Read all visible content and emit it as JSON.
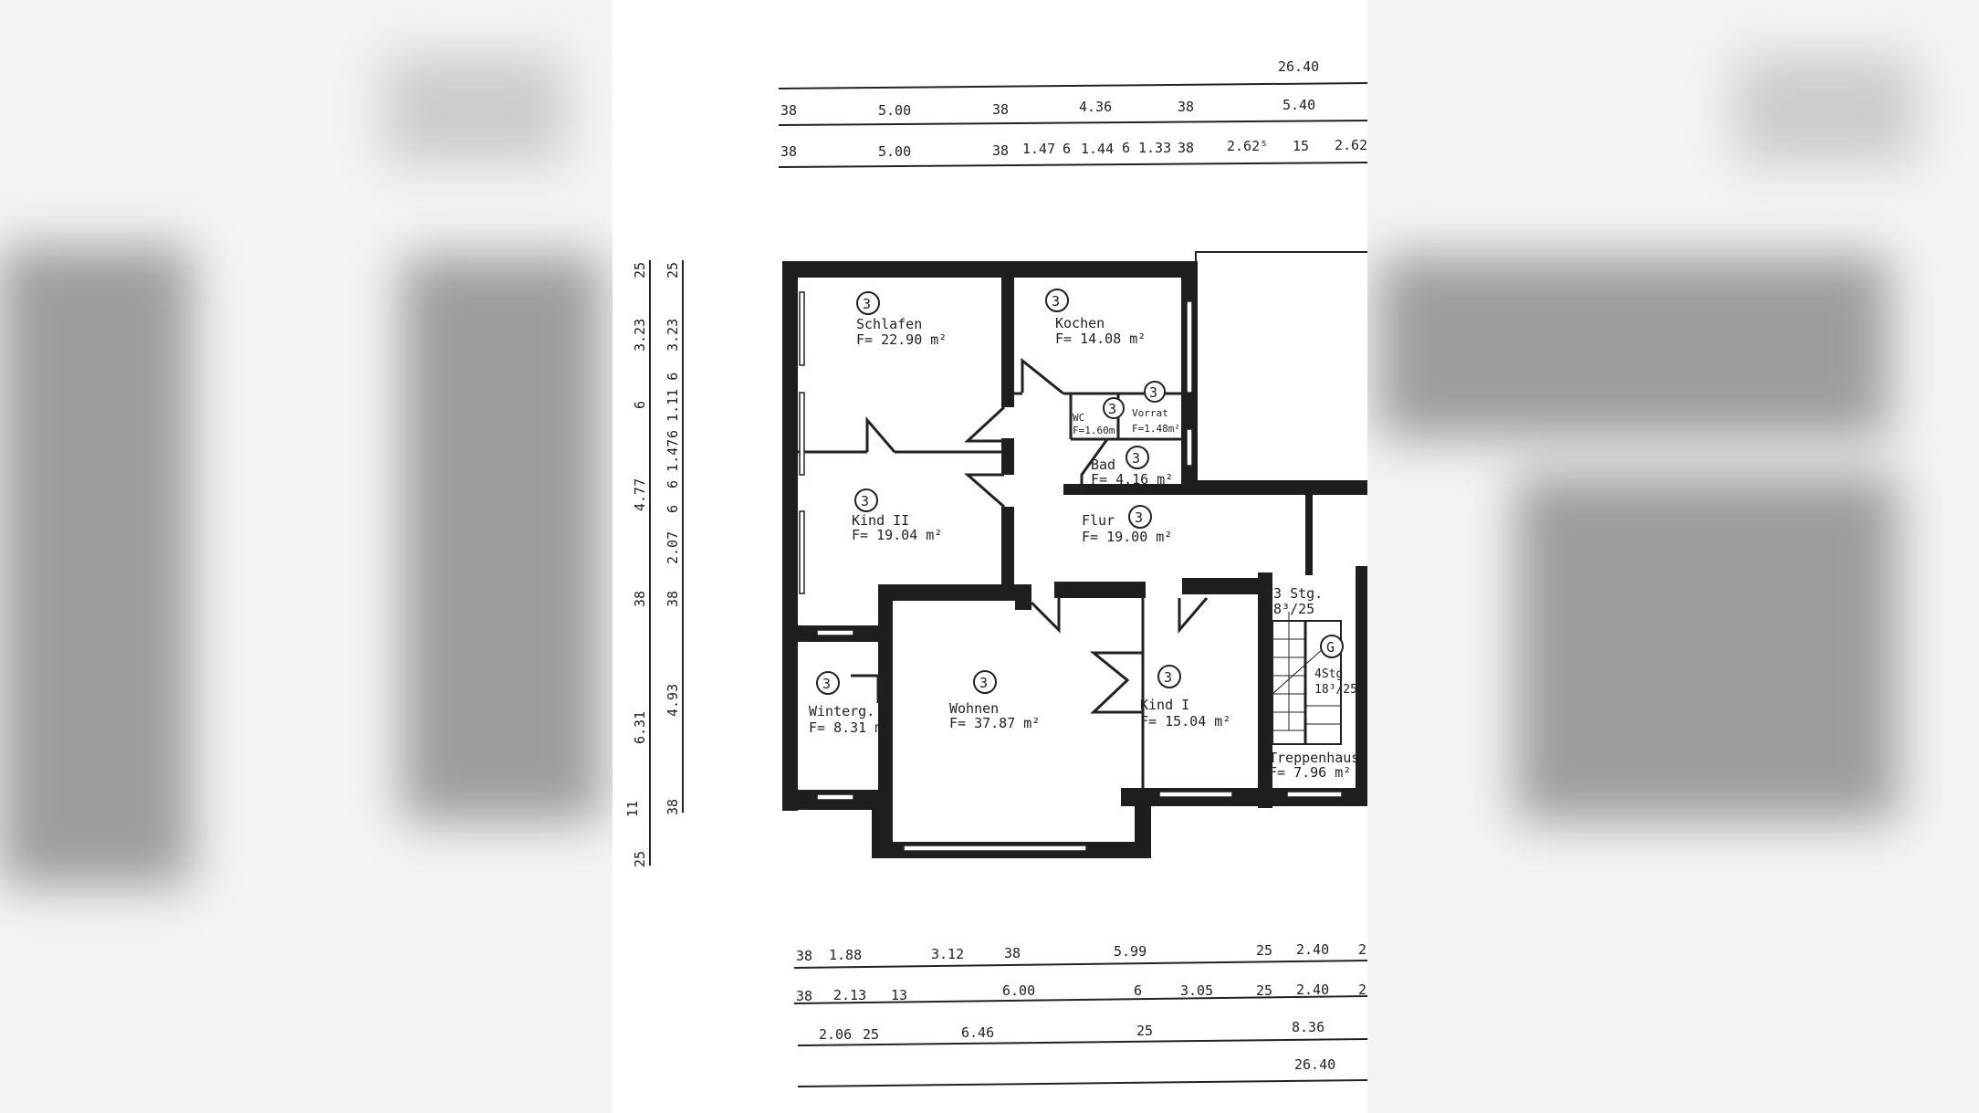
{
  "top_dimensions": {
    "row0": [
      "26.40"
    ],
    "row1": [
      "38",
      "5.00",
      "38",
      "4.36",
      "38",
      "5.40"
    ],
    "row2": [
      "38",
      "5.00",
      "38",
      "1.47",
      "6",
      "1.44",
      "6",
      "1.33",
      "38",
      "2.62⁵",
      "15",
      "2.62"
    ]
  },
  "left_dimensions": {
    "outer": [
      "25",
      "3.23",
      "6",
      "4.77",
      "38",
      "6.31",
      "11",
      "25"
    ],
    "inner": [
      "25",
      "3.23",
      "6 1.11 6",
      "6 1.47",
      "6",
      "2.07",
      "38",
      "4.93",
      "38"
    ]
  },
  "bottom_dimensions": {
    "row1": [
      "38",
      "1.88",
      "3.12",
      "38",
      "5.99",
      "25",
      "2.40",
      "2"
    ],
    "row2": [
      "38",
      "2.13",
      "13",
      "6.00",
      "6",
      "3.05",
      "25",
      "2.40",
      "2"
    ],
    "row3": [
      "2.06",
      "25",
      "6.46",
      "25",
      "8.36"
    ],
    "row4": [
      "26.40"
    ]
  },
  "rooms": [
    {
      "marker": "3",
      "name": "Schlafen",
      "area": "F= 22.90 m²"
    },
    {
      "marker": "3",
      "name": "Kochen",
      "area": "F= 14.08 m²"
    },
    {
      "marker": "3",
      "name": "WC",
      "area": "F=1.60m²"
    },
    {
      "marker": "3",
      "name": "Vorrat",
      "area": "F=1.48m²"
    },
    {
      "marker": "3",
      "name": "Bad",
      "area": "F= 4.16 m²"
    },
    {
      "marker": "3",
      "name": "Kind II",
      "area": "F= 19.04 m²"
    },
    {
      "marker": "3",
      "name": "Flur",
      "area": "F= 19.00 m²"
    },
    {
      "marker": "3",
      "name": "Wohnen",
      "area": "F= 37.87 m²"
    },
    {
      "marker": "3",
      "name": "Kind I",
      "area": "F= 15.04 m²"
    },
    {
      "marker": "3",
      "name": "Winterg.",
      "area": "F= 8.31 m²"
    },
    {
      "marker": "G",
      "name": "Treppenhaus",
      "area": "F= 7.96 m²"
    }
  ],
  "stairs": {
    "flight1_count": "13 Stg.",
    "flight1_ratio": "18³/25",
    "flight2_count": "4Stg",
    "flight2_ratio": "18³/25"
  }
}
